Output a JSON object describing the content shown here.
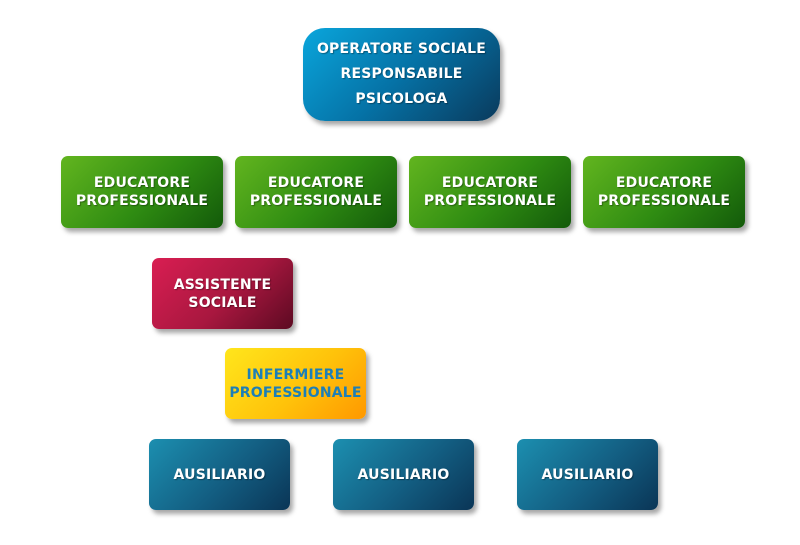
{
  "diagram": {
    "top_node": {
      "lines": [
        "OPERATORE SOCIALE",
        "RESPONSABILE",
        "PSICOLOGA"
      ],
      "color": "#0572a6"
    },
    "educators": [
      {
        "lines": [
          "EDUCATORE",
          "PROFESSIONALE"
        ]
      },
      {
        "lines": [
          "EDUCATORE",
          "PROFESSIONALE"
        ]
      },
      {
        "lines": [
          "EDUCATORE",
          "PROFESSIONALE"
        ]
      },
      {
        "lines": [
          "EDUCATORE",
          "PROFESSIONALE"
        ]
      }
    ],
    "educator_color": "#2f8c12",
    "social_worker": {
      "lines": [
        "ASSISTENTE",
        "SOCIALE"
      ],
      "color": "#a8173f"
    },
    "nurse": {
      "lines": [
        "INFERMIERE",
        "PROFESSIONALE"
      ],
      "color": "#ffc20a",
      "text_color": "#1d7fb7"
    },
    "auxiliaries": [
      {
        "label": "AUSILIARIO"
      },
      {
        "label": "AUSILIARIO"
      },
      {
        "label": "AUSILIARIO"
      }
    ],
    "auxiliary_color": "#135e82"
  }
}
